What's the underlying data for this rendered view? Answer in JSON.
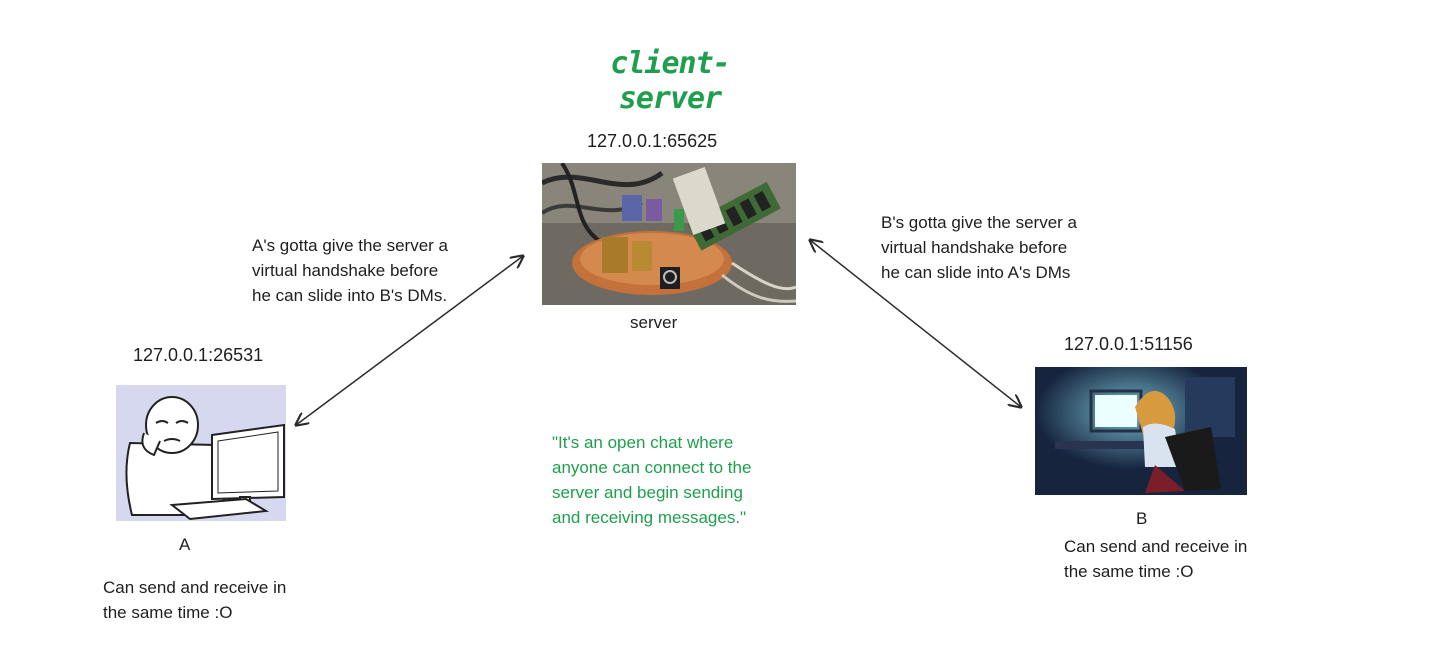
{
  "title": "client-server",
  "colors": {
    "title": "#1f9f4e",
    "quote": "#1f9f4e",
    "text": "#1e1e1e",
    "arrow": "#2b2b2b"
  },
  "server": {
    "address": "127.0.0.1:65625",
    "label": "server",
    "image_icon": "potato-server-photo"
  },
  "client_a": {
    "address": "127.0.0.1:26531",
    "label": "A",
    "note": [
      "A's gotta give the server a",
      "virtual handshake before",
      "he can slide into B's DMs."
    ],
    "ability": [
      "Can send and receive in",
      "the same time :O"
    ],
    "image_icon": "wojak-at-computer-drawing"
  },
  "client_b": {
    "address": "127.0.0.1:51156",
    "label": "B",
    "note": [
      "B's gotta give the server a",
      "virtual handshake before",
      "he can slide into A's DMs"
    ],
    "ability": [
      "Can send and receive in",
      "the same time :O"
    ],
    "image_icon": "anime-girl-at-computer-night"
  },
  "quote": [
    "\"It's an open chat where",
    "anyone can connect to the",
    "server and begin sending",
    "and receiving messages.\""
  ]
}
